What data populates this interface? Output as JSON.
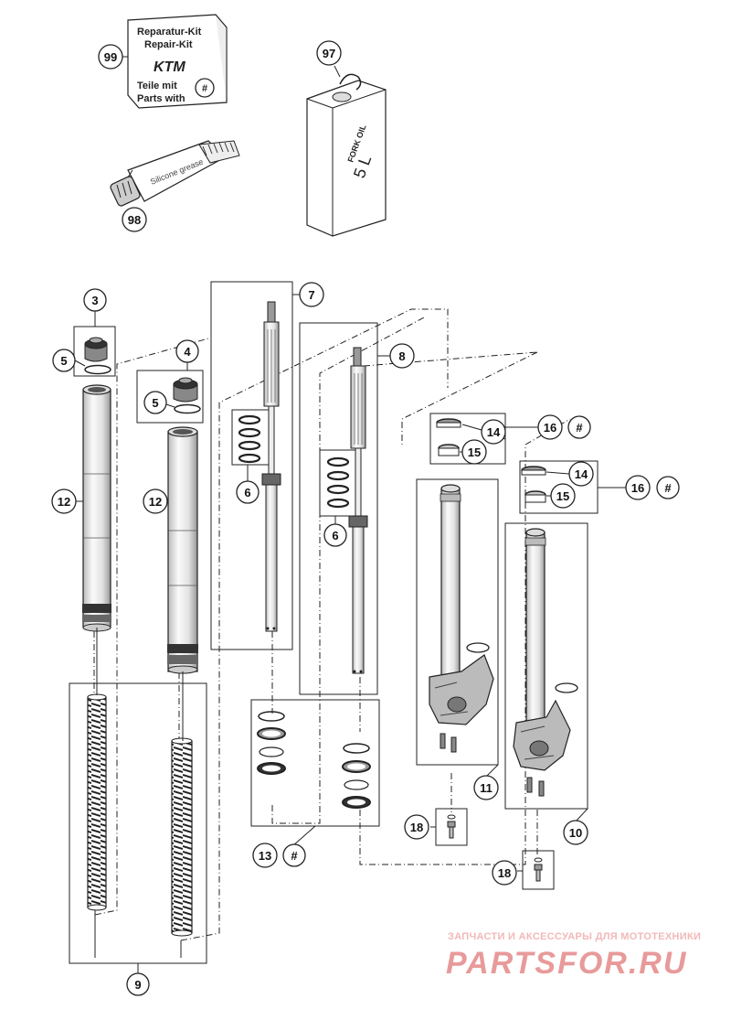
{
  "repair_kit": {
    "line1": "Reparatur-Kit",
    "line2": "Repair-Kit",
    "brand": "KTM",
    "line3": "Teile mit",
    "line4": "Parts with",
    "symbol": "#"
  },
  "fork_oil": {
    "label": "FORK OIL",
    "volume": "5 L"
  },
  "silicone_grease": {
    "line1": "Silicone grease"
  },
  "callouts": {
    "c99": "99",
    "c97": "97",
    "c98": "98",
    "c3": "3",
    "c4": "4",
    "c5a": "5",
    "c5b": "5",
    "c7": "7",
    "c8": "8",
    "c6a": "6",
    "c6b": "6",
    "c12a": "12",
    "c12b": "12",
    "c14a": "14",
    "c15a": "15",
    "c16a": "16",
    "c16a_hash": "#",
    "c14b": "14",
    "c15b": "15",
    "c16b": "16",
    "c16b_hash": "#",
    "c11": "11",
    "c10": "10",
    "c13": "13",
    "c13_hash": "#",
    "c18a": "18",
    "c18b": "18",
    "c9": "9"
  },
  "watermark": {
    "tagline": "ЗАПЧАСТИ И АКСЕССУАРЫ ДЛЯ МОТОТЕХНИКИ",
    "logo": "PARTSFOR.RU"
  },
  "colors": {
    "line": "#222222",
    "watermark": "#e89a9a"
  }
}
